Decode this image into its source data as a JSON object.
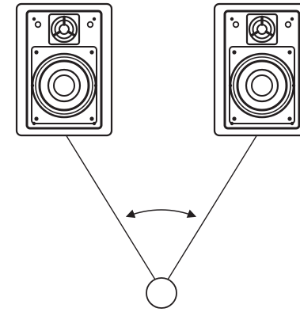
{
  "diagram": {
    "speakers": [
      {
        "id": "left",
        "icon": "in-wall-speaker-icon",
        "components": [
          "tweeter",
          "woofer"
        ]
      },
      {
        "id": "right",
        "icon": "in-wall-speaker-icon",
        "components": [
          "tweeter",
          "woofer"
        ]
      }
    ],
    "listener": {
      "icon": "listener-head-icon"
    },
    "angle_indicator": {
      "icon": "double-headed-arc-arrow-icon"
    },
    "colors": {
      "line": "#231f20",
      "background": "#ffffff"
    }
  }
}
